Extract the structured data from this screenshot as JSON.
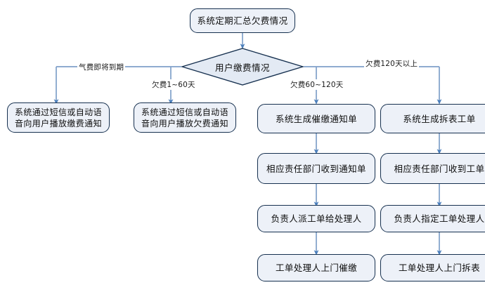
{
  "diagram": {
    "title_node": {
      "id": "start",
      "label": "系统定期汇总欠费情况"
    },
    "decision": {
      "id": "decision",
      "label": "用户缴费情况"
    },
    "edge_labels": [
      {
        "id": "edge-gas-due",
        "label": "气费即将到期"
      },
      {
        "id": "edge-arrears-1-60",
        "label": "欠费1~60天"
      },
      {
        "id": "edge-arrears-60-120",
        "label": "欠费60~120天"
      },
      {
        "id": "edge-arrears-120-plus",
        "label": "欠费120天以上"
      }
    ],
    "branches": [
      {
        "id": "branch-1",
        "nodes": [
          {
            "id": "b1-n1",
            "label": "系统通过短信或自动语音向用户播放缴费通知"
          }
        ]
      },
      {
        "id": "branch-2",
        "nodes": [
          {
            "id": "b2-n1",
            "label": "系统通过短信或自动语音向用户播放欠费通知"
          }
        ]
      },
      {
        "id": "branch-3",
        "nodes": [
          {
            "id": "b3-n1",
            "label": "系统生成催缴通知单"
          },
          {
            "id": "b3-n2",
            "label": "相应责任部门收到通知单"
          },
          {
            "id": "b3-n3",
            "label": "负责人派工单给处理人"
          },
          {
            "id": "b3-n4",
            "label": "工单处理人上门催缴"
          }
        ]
      },
      {
        "id": "branch-4",
        "nodes": [
          {
            "id": "b4-n1",
            "label": "系统生成拆表工单"
          },
          {
            "id": "b4-n2",
            "label": "相应责任部门收到工单"
          },
          {
            "id": "b4-n3",
            "label": "负责人指定工单处理人"
          },
          {
            "id": "b4-n4",
            "label": "工单处理人上门拆表"
          }
        ]
      }
    ],
    "colors": {
      "node_fill": "#edf1f8",
      "node_border": "#16304f",
      "connector": "#7f9fc9",
      "arrow": "#4a7ebb",
      "background": "#ffffff"
    }
  }
}
